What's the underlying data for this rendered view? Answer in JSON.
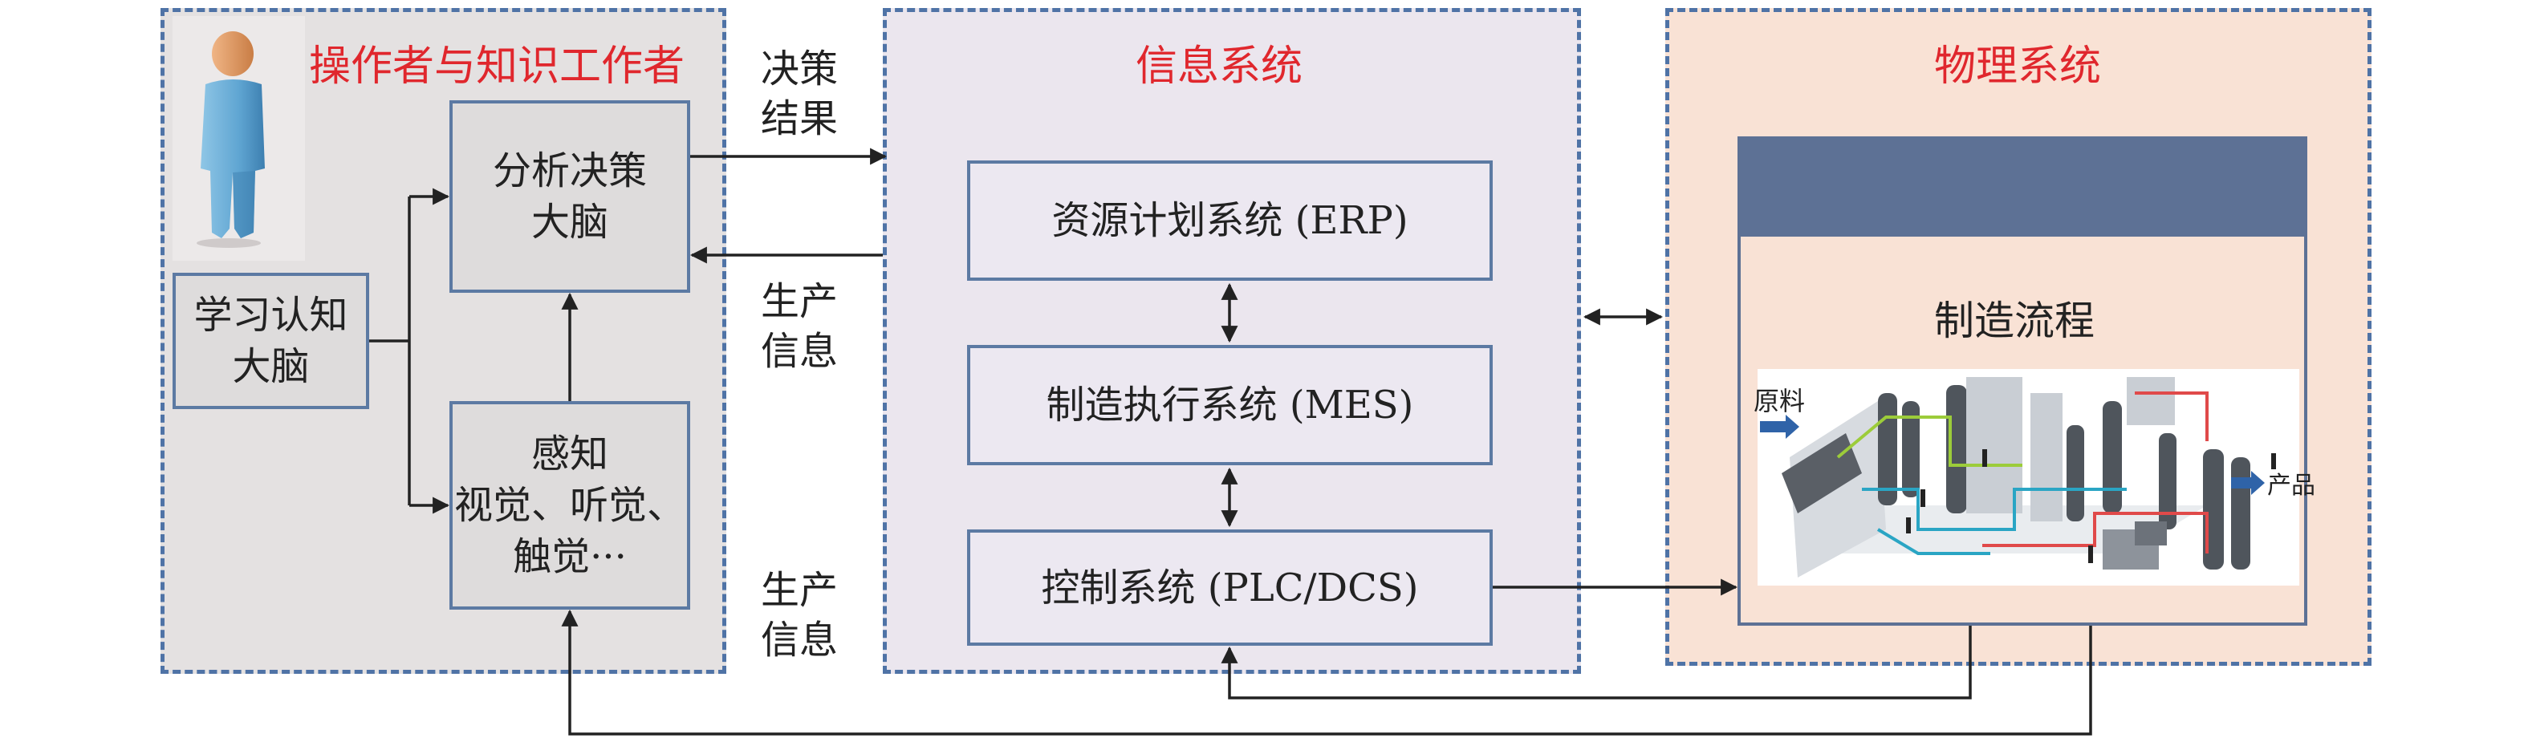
{
  "panels": {
    "operator": {
      "title": "操作者与知识工作者"
    },
    "info": {
      "title": "信息系统"
    },
    "physical": {
      "title": "物理系统"
    }
  },
  "operator": {
    "analysis_brain": "分析决策\n大脑",
    "learning_brain": "学习认知\n大脑",
    "perception": "感知\n视觉、听觉、\n触觉···"
  },
  "info": {
    "erp": "资源计划系统 (ERP)",
    "mes": "制造执行系统 (MES)",
    "control": "控制系统 (PLC/DCS)"
  },
  "physical": {
    "process": "制造流程",
    "raw_material": "原料",
    "product": "产品"
  },
  "flows": {
    "decision_result": "决策\n结果",
    "production_info_top": "生产\n信息",
    "production_info_bottom": "生产\n信息"
  },
  "colors": {
    "panel_border": "#4f73a6",
    "title_red": "#e0272d",
    "header_bar": "#5d7195"
  }
}
